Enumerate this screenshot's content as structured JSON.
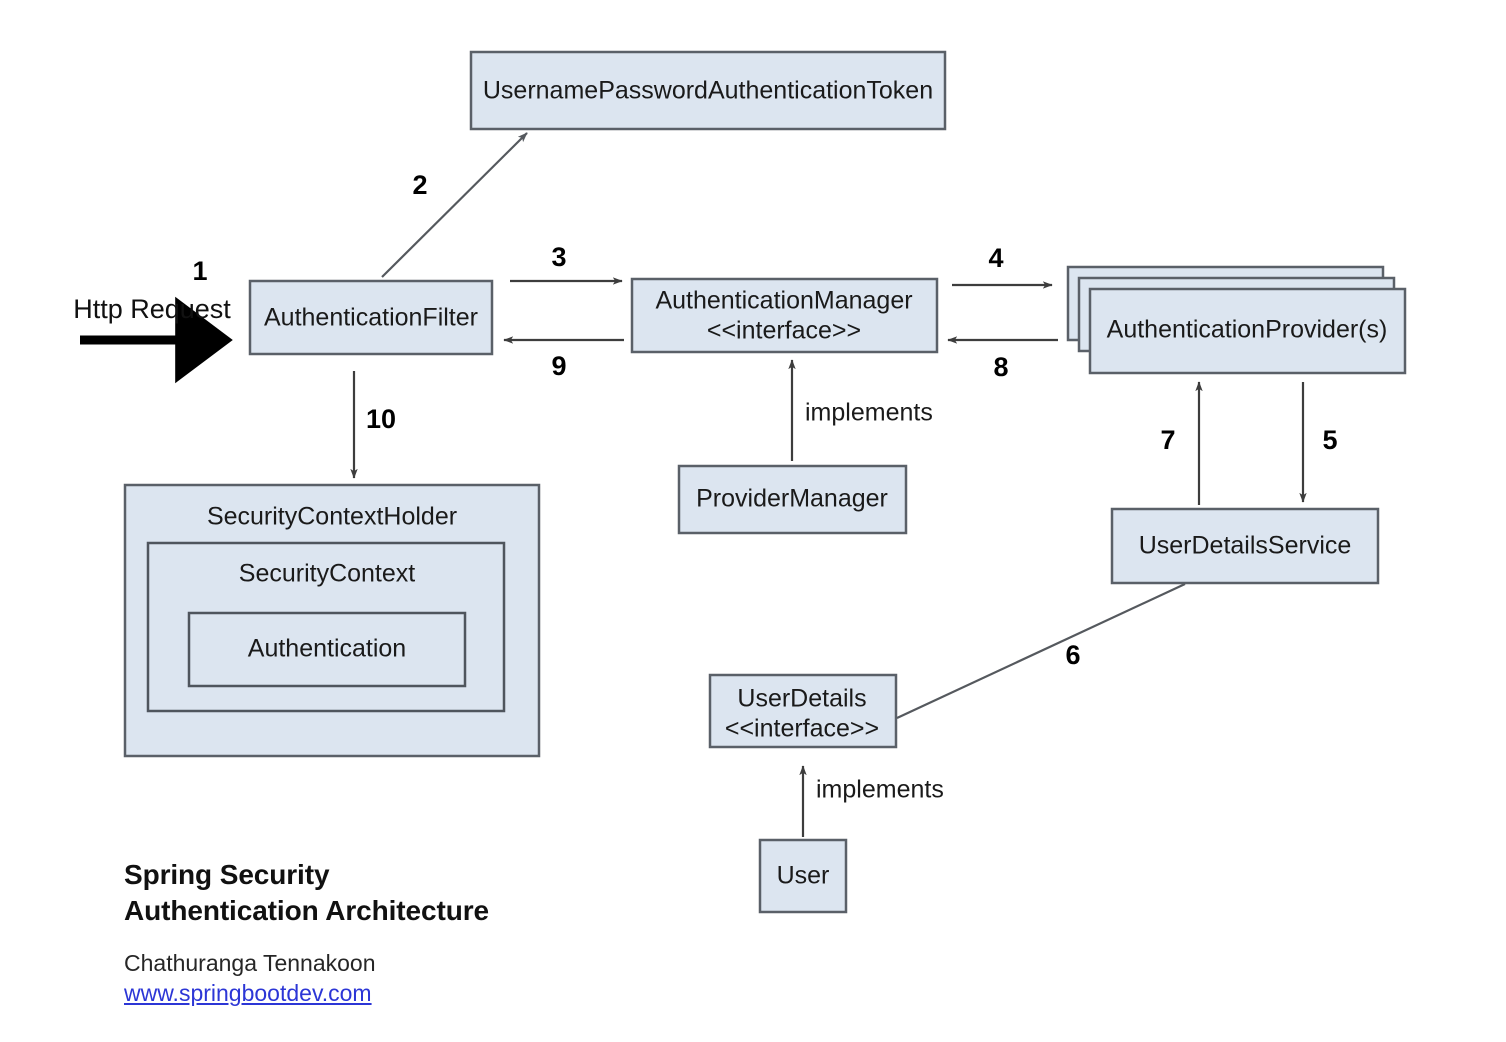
{
  "diagram": {
    "title_lines": [
      "Spring Security",
      "Authentication Architecture"
    ],
    "author": "Chathuranga Tennakoon",
    "link": "www.springbootdev.com",
    "colors": {
      "node_fill": "#dce5f0",
      "node_stroke": "#5a6068",
      "edge": "#3d3d3d",
      "link_blue": "#2c36d6",
      "background": "#ffffff"
    },
    "nodes": {
      "token": {
        "label": "UsernamePasswordAuthenticationToken"
      },
      "auth_filter": {
        "label": "AuthenticationFilter"
      },
      "auth_manager": {
        "label_line1": "AuthenticationManager",
        "label_line2": "<<interface>>"
      },
      "auth_provider": {
        "label": "AuthenticationProvider(s)"
      },
      "provider_manager": {
        "label": "ProviderManager"
      },
      "user_details_service": {
        "label": "UserDetailsService"
      },
      "user_details": {
        "label_line1": "UserDetails",
        "label_line2": "<<interface>>"
      },
      "user": {
        "label": "User"
      },
      "security_context_holder": {
        "label": "SecurityContextHolder"
      },
      "security_context": {
        "label": "SecurityContext"
      },
      "authentication": {
        "label": "Authentication"
      }
    },
    "edges": {
      "http_request": {
        "label": "Http Request",
        "step": "1"
      },
      "filter_to_token": {
        "step": "2"
      },
      "filter_to_manager": {
        "step": "3"
      },
      "manager_to_provider": {
        "step": "4"
      },
      "provider_to_uds": {
        "step": "5"
      },
      "uds_to_userdetails": {
        "step": "6"
      },
      "uds_to_provider": {
        "step": "7"
      },
      "provider_to_manager": {
        "step": "8"
      },
      "manager_to_filter": {
        "step": "9"
      },
      "filter_to_holder": {
        "step": "10"
      },
      "providermanager_implements": {
        "label": "implements"
      },
      "user_implements": {
        "label": "implements"
      }
    }
  }
}
